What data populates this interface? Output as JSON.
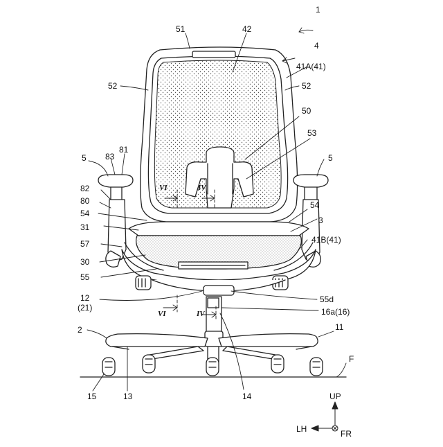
{
  "labels": {
    "n1": "1",
    "n4": "4",
    "n41A": "41A(41)",
    "n51": "51",
    "n42": "42",
    "n52L": "52",
    "n52R": "52",
    "n50": "50",
    "n53": "53",
    "n5L": "5",
    "n5R": "5",
    "n83": "83",
    "n81": "81",
    "n82": "82",
    "n80": "80",
    "n54L": "54",
    "n54R": "54",
    "n31": "31",
    "n3": "3",
    "n57": "57",
    "n41B": "41B(41)",
    "n30": "30",
    "n55": "55",
    "n55d": "55d",
    "n12": "12",
    "n21": "(21)",
    "n16a": "16a(16)",
    "n2": "2",
    "n11": "11",
    "nF": "F",
    "n15": "15",
    "n13": "13",
    "n14": "14",
    "sec_vi_top": "VI",
    "sec_iv_top": "IV",
    "sec_vi_bot": "VI",
    "sec_iv_bot": "IV"
  },
  "axes": {
    "up": "UP",
    "lh": "LH",
    "fr": "FR"
  }
}
